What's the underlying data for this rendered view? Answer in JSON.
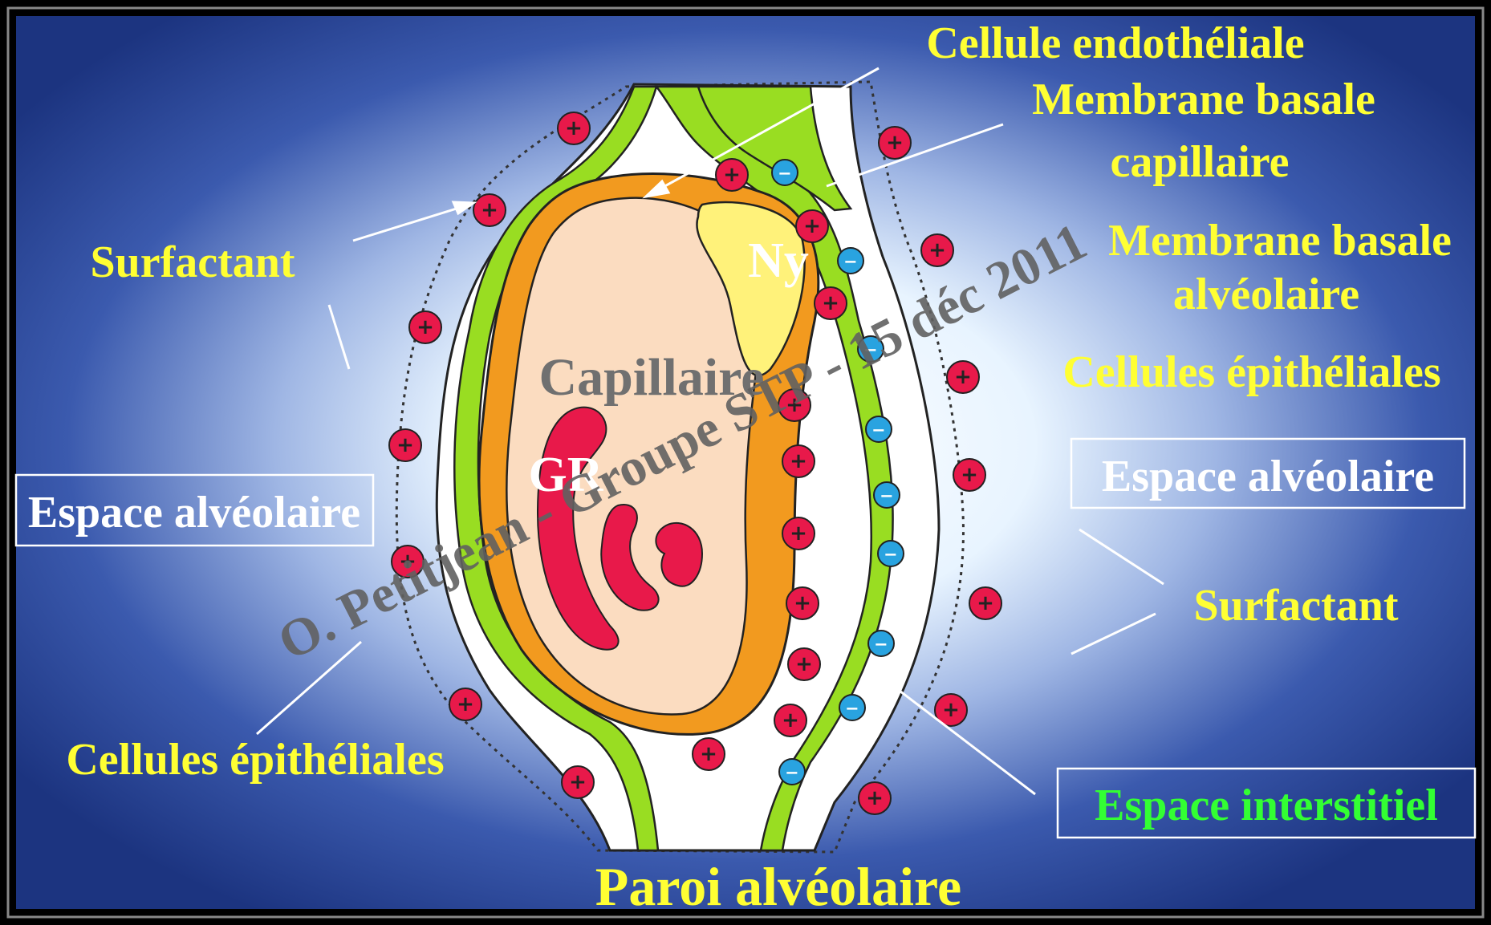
{
  "title": "Paroi alvéolaire",
  "watermark": "O. Petitjean - Groupe STP - 15 déc 2011",
  "labels": {
    "cellule_endotheliale": "Cellule endothéliale",
    "membrane_basale_capillaire_1": "Membrane basale",
    "membrane_basale_capillaire_2": "capillaire",
    "membrane_basale_alveolaire_1": "Membrane basale",
    "membrane_basale_alveolaire_2": "alvéolaire",
    "cellules_epitheliales_right": "Cellules épithéliales",
    "cellules_epitheliales_left": "Cellules épithéliales",
    "espace_alveolaire_left": "Espace alvéolaire",
    "espace_alveolaire_right": "Espace alvéolaire",
    "surfactant_left": "Surfactant",
    "surfactant_right": "Surfactant",
    "espace_interstitiel": "Espace interstitiel",
    "capillaire": "Capillaire",
    "gr": "GR",
    "ny": "Ny"
  },
  "colors": {
    "label_yellow": "#ffff33",
    "label_green": "#33ff33",
    "label_white": "#ffffff",
    "label_gray": "#707070",
    "basement_membrane_green": "#99dd22",
    "endothelial_orange": "#f29a1f",
    "capillary_lumen": "#fbdcc0",
    "red_cell": "#e8194a",
    "nucleus_yellow": "#fff27a",
    "positive_charge": "#e8194a",
    "negative_charge": "#29a3e0",
    "background_blue": "#1f3a8c"
  },
  "charges": {
    "positive_symbol": "+",
    "negative_symbol": "−"
  }
}
